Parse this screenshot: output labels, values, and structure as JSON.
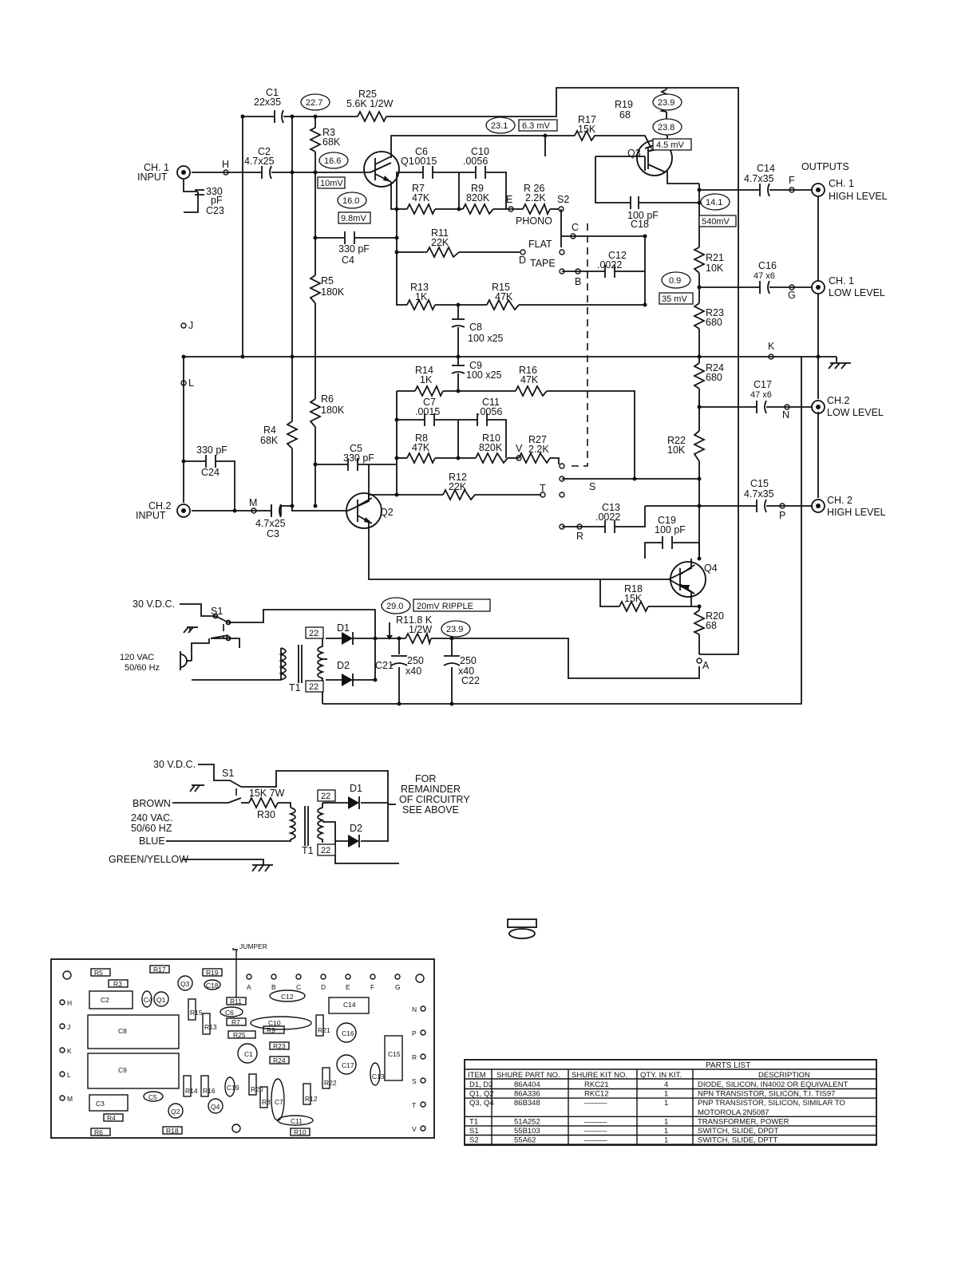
{
  "components": {
    "c1": {
      "ref": "C1",
      "value": "22x35"
    },
    "r25": {
      "ref": "R25",
      "value": "5.6K 1/2W"
    },
    "r19": {
      "ref": "R19",
      "value": "68"
    },
    "r17": {
      "ref": "R17",
      "value": "15K"
    },
    "r3": {
      "ref": "R3",
      "value": "68K"
    },
    "c2": {
      "ref": "C2",
      "value": "4.7x25"
    },
    "q1": {
      "ref": "Q1"
    },
    "q2": {
      "ref": "Q2"
    },
    "q3": {
      "ref": "Q3"
    },
    "q4": {
      "ref": "Q4"
    },
    "c6": {
      "ref": "C6",
      "value": ".0015"
    },
    "c10": {
      "ref": "C10",
      "value": ".0056"
    },
    "r7": {
      "ref": "R7",
      "value": "47K"
    },
    "r9": {
      "ref": "R9",
      "value": "820K"
    },
    "r26": {
      "ref": "R 26",
      "value": "2.2K"
    },
    "c18": {
      "ref": "C18",
      "value": "100 pF"
    },
    "c14": {
      "ref": "C14",
      "value": "4.7x35"
    },
    "c23": {
      "ref": "C23",
      "value": "330",
      "unit": "pF"
    },
    "c4": {
      "ref": "C4",
      "value": "330 pF"
    },
    "r11": {
      "ref": "R11",
      "value": "22K"
    },
    "c12": {
      "ref": "C12",
      "value": ".0022"
    },
    "r21": {
      "ref": "R21",
      "value": "10K"
    },
    "c16": {
      "ref": "C16",
      "value": "47 x6"
    },
    "r5": {
      "ref": "R5",
      "value": "180K"
    },
    "r13": {
      "ref": "R13",
      "value": "1K"
    },
    "r15": {
      "ref": "R15",
      "value": "47K"
    },
    "r23": {
      "ref": "R23",
      "value": "680"
    },
    "c8": {
      "ref": "C8",
      "value": "100 x25"
    },
    "c9": {
      "ref": "C9",
      "value": "100 x25"
    },
    "r14": {
      "ref": "R14",
      "value": "1K"
    },
    "r16": {
      "ref": "R16",
      "value": "47K"
    },
    "r24": {
      "ref": "R24",
      "value": "680"
    },
    "c7": {
      "ref": "C7",
      "value": ".0015"
    },
    "c11": {
      "ref": "C11",
      "value": ".0056"
    },
    "r6": {
      "ref": "R6",
      "value": "180K"
    },
    "c17": {
      "ref": "C17",
      "value": "47 x6"
    },
    "r4": {
      "ref": "R4",
      "value": "68K"
    },
    "r8": {
      "ref": "R8",
      "value": "47K"
    },
    "r10": {
      "ref": "R10",
      "value": "820K"
    },
    "r27": {
      "ref": "R27",
      "value": "2.2K"
    },
    "r22": {
      "ref": "R22",
      "value": "10K"
    },
    "c24": {
      "ref": "C24",
      "value": "330 pF"
    },
    "c5": {
      "ref": "C5",
      "value": "330 pF"
    },
    "r12": {
      "ref": "R12",
      "value": "22K"
    },
    "c15": {
      "ref": "C15",
      "value": "4.7x35"
    },
    "c3": {
      "ref": "C3",
      "value": "4.7x25"
    },
    "c13": {
      "ref": "C13",
      "value": ".0022"
    },
    "c19": {
      "ref": "C19",
      "value": "100 pF"
    },
    "r18": {
      "ref": "R18",
      "value": "15K"
    },
    "r20": {
      "ref": "R20",
      "value": "68"
    },
    "r1": {
      "ref": "R1",
      "value": "1.8 K",
      "rating": "1/2W"
    },
    "c21": {
      "ref": "C21",
      "value": "250",
      "rating": "x40"
    },
    "c22": {
      "ref": "C22",
      "value": "250",
      "rating": "x40"
    },
    "d1": {
      "ref": "D1"
    },
    "d2": {
      "ref": "D2"
    },
    "t1": {
      "ref": "T1"
    },
    "s1": {
      "ref": "S1"
    },
    "s2": {
      "ref": "S2"
    }
  },
  "voltages": {
    "n227": "22.7",
    "n166": "16.6",
    "n160": "16.0",
    "n231": "23.1",
    "n239a": "23.9",
    "n238": "23.8",
    "n141": "14.1",
    "n09": "0.9",
    "n290": "29.0",
    "n239b": "23.9"
  },
  "signal_levels": {
    "s10mv": "10mV",
    "s98mv": "9.8mV",
    "s63mv": "6.3 mV",
    "s45mv": "4.5 mV",
    "s540mv": "540mV",
    "s35mv": "35 mV",
    "ripple": "20mV RIPPLE",
    "xf22": "22"
  },
  "terminals": {
    "h": "H",
    "e": "E",
    "f": "F",
    "c": "C",
    "d": "D",
    "b": "B",
    "g": "G",
    "j": "J",
    "k": "K",
    "l": "L",
    "n": "N",
    "v": "V",
    "s": "S",
    "t": "T",
    "m": "M",
    "p": "P",
    "r": "R",
    "a": "A"
  },
  "switch_positions": {
    "phono": "PHONO",
    "flat": "FLAT",
    "tape": "TAPE"
  },
  "io": {
    "ch1_input": [
      "CH. 1",
      "INPUT"
    ],
    "ch2_input": [
      "CH.2",
      "INPUT"
    ],
    "outputs": "OUTPUTS",
    "ch1_high": [
      "CH. 1",
      "HIGH LEVEL"
    ],
    "ch1_low": [
      "CH. 1",
      "LOW LEVEL"
    ],
    "ch2_low": [
      "CH.2",
      "LOW LEVEL"
    ],
    "ch2_high": [
      "CH. 2",
      "HIGH LEVEL"
    ]
  },
  "power": {
    "dc_in": "30 V.D.C.",
    "ac_in": [
      "120 VAC",
      "50/60 Hz"
    ]
  },
  "alt_supply": {
    "dc_in": "30 V.D.C.",
    "s1": "S1",
    "brown": "BROWN",
    "mains": [
      "240 VAC.",
      "50/60 HZ"
    ],
    "blue": "BLUE",
    "earth": "GREEN/YELLOW",
    "r30_value": "15K 7W",
    "r30_ref": "R30",
    "t1": "T1",
    "d1": "D1",
    "d2": "D2",
    "xf22": "22",
    "note": [
      "FOR",
      "REMAINDER",
      "OF CIRCUITRY",
      "SEE ABOVE"
    ]
  },
  "board": {
    "jumper": "JUMPER",
    "edge_top": [
      "A",
      "B",
      "C",
      "D",
      "E",
      "F",
      "G"
    ],
    "edge_left": [
      "H",
      "J",
      "K",
      "L",
      "M"
    ],
    "edge_right": [
      "N",
      "P",
      "R",
      "S",
      "T",
      "V"
    ],
    "parts": {
      "r5": "R5",
      "r17": "R17",
      "r3": "R3",
      "q3": "Q3",
      "r19": "R19",
      "c18": "C18",
      "c2": "C2",
      "c4": "C4",
      "q1": "Q1",
      "r11": "R11",
      "c12": "C12",
      "c6": "C6",
      "c14": "C14",
      "c8": "C8",
      "r15": "R15",
      "r13": "R13",
      "r7": "R7",
      "c10": "C10",
      "r25": "R25",
      "r9": "R9",
      "r21": "R21",
      "c16": "C16",
      "r23": "R23",
      "c1": "C1",
      "r24": "R24",
      "c15": "C15",
      "c17": "C17",
      "c9": "C9",
      "c13": "C13",
      "r14": "R14",
      "r16": "R16",
      "c19": "C19",
      "r20": "R20",
      "r8": "R8",
      "c7": "C7",
      "r12": "R12",
      "r22": "R22",
      "c3": "C3",
      "c5": "C5",
      "q2": "Q2",
      "q4": "Q4",
      "c11": "C11",
      "r6": "R6",
      "r18": "R18",
      "r10": "R10",
      "r4": "R4"
    }
  },
  "parts_list": {
    "title": "PARTS LIST",
    "headers": [
      "ITEM",
      "SHURE PART NO.",
      "SHURE KIT NO.",
      "QTY. IN KIT.",
      "DESCRIPTION"
    ],
    "rows": [
      [
        "D1, D2",
        "86A404",
        "RKC21",
        "4",
        "DIODE, SILICON, IN4002 OR EQUIVALENT"
      ],
      [
        "Q1, Q2",
        "86A336",
        "RKC12",
        "1",
        "NPN TRANSISTOR, SILICON, T.I. TIS97"
      ],
      [
        "Q3, Q4",
        "86B348",
        "———",
        "1",
        "PNP TRANSISTOR, SILICON, SIMILAR TO"
      ],
      [
        "",
        "",
        "",
        "",
        "MOTOROLA 2N5087"
      ],
      [
        "T1",
        "51A252",
        "———",
        "1",
        "TRANSFORMER, POWER"
      ],
      [
        "S1",
        "55B103",
        "———",
        "1",
        "SWITCH, SLIDE, DPDT"
      ],
      [
        "S2",
        "55A62",
        "———",
        "1",
        "SWITCH, SLIDE, DPTT"
      ]
    ]
  }
}
